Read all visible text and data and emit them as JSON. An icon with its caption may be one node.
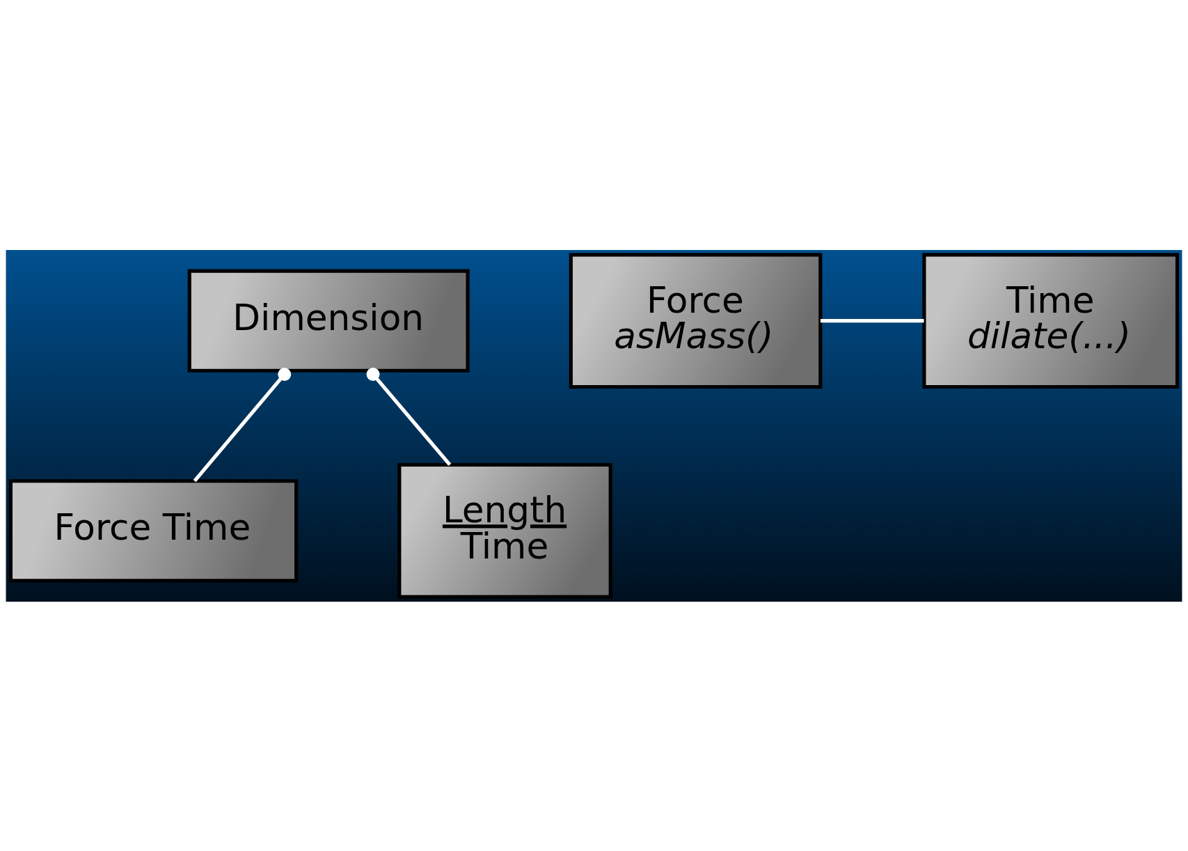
{
  "diagram": {
    "nodes": [
      {
        "text": [
          "Dimension"
        ]
      },
      {
        "text": [
          "Force",
          "asMass()"
        ]
      },
      {
        "text": [
          "Time",
          "dilate(...)"
        ]
      },
      {
        "text": [
          "Force Time"
        ]
      },
      {
        "text": [
          "Length",
          "Time"
        ]
      }
    ],
    "edges": [
      {
        "from": 0,
        "to": 3,
        "arrow": "other"
      },
      {
        "from": 1,
        "to": 2,
        "arrow": "none"
      },
      {
        "from": 0,
        "to": 4,
        "arrow": "other"
      }
    ]
  }
}
